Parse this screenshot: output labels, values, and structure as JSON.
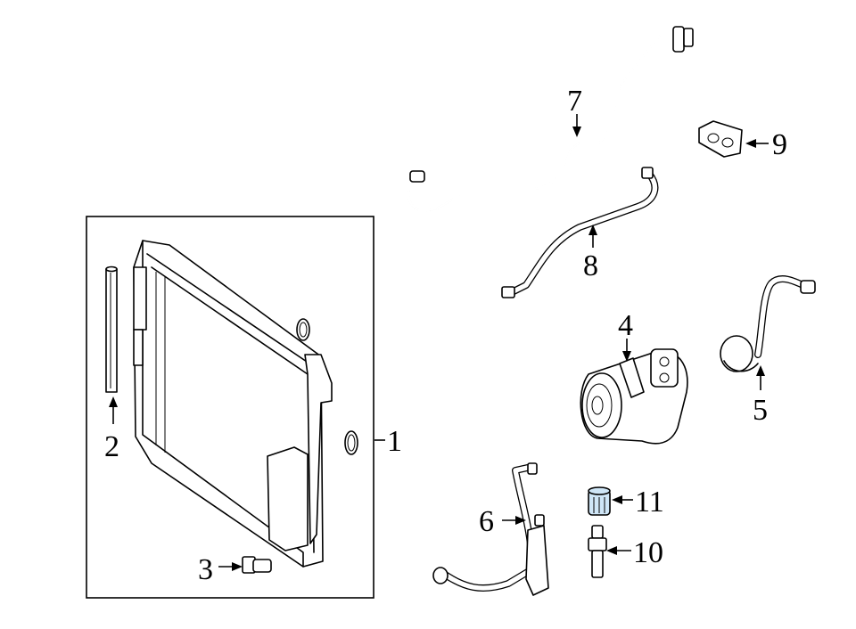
{
  "callouts": [
    {
      "id": "1",
      "label": "1"
    },
    {
      "id": "2",
      "label": "2"
    },
    {
      "id": "3",
      "label": "3"
    },
    {
      "id": "4",
      "label": "4"
    },
    {
      "id": "5",
      "label": "5"
    },
    {
      "id": "6",
      "label": "6"
    },
    {
      "id": "7",
      "label": "7"
    },
    {
      "id": "8",
      "label": "8"
    },
    {
      "id": "9",
      "label": "9"
    },
    {
      "id": "10",
      "label": "10"
    },
    {
      "id": "11",
      "label": "11"
    }
  ],
  "colors": {
    "line": "#000000",
    "background": "#ffffff",
    "highlight": "#cfe6f7"
  }
}
